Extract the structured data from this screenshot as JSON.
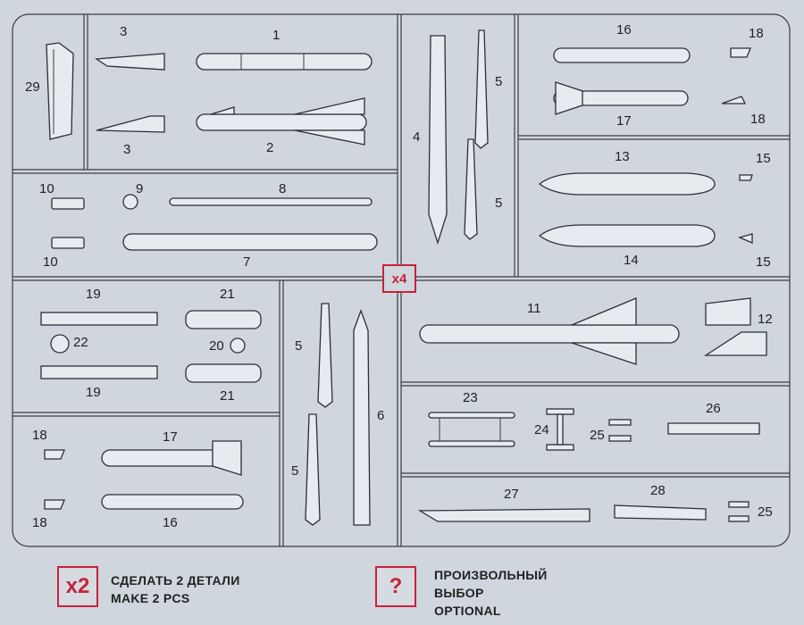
{
  "sheet": {
    "multiplier_label": "x4",
    "parts": [
      {
        "id": "1",
        "label": "1"
      },
      {
        "id": "2",
        "label": "2"
      },
      {
        "id": "3a",
        "label": "3"
      },
      {
        "id": "3b",
        "label": "3"
      },
      {
        "id": "4",
        "label": "4"
      },
      {
        "id": "5a",
        "label": "5"
      },
      {
        "id": "5b",
        "label": "5"
      },
      {
        "id": "5c",
        "label": "5"
      },
      {
        "id": "5d",
        "label": "5"
      },
      {
        "id": "6",
        "label": "6"
      },
      {
        "id": "7",
        "label": "7"
      },
      {
        "id": "8",
        "label": "8"
      },
      {
        "id": "9",
        "label": "9"
      },
      {
        "id": "10a",
        "label": "10"
      },
      {
        "id": "10b",
        "label": "10"
      },
      {
        "id": "11",
        "label": "11"
      },
      {
        "id": "12",
        "label": "12"
      },
      {
        "id": "13",
        "label": "13"
      },
      {
        "id": "14",
        "label": "14"
      },
      {
        "id": "15a",
        "label": "15"
      },
      {
        "id": "15b",
        "label": "15"
      },
      {
        "id": "16a",
        "label": "16"
      },
      {
        "id": "16b",
        "label": "16"
      },
      {
        "id": "17a",
        "label": "17"
      },
      {
        "id": "17b",
        "label": "17"
      },
      {
        "id": "18a",
        "label": "18"
      },
      {
        "id": "18b",
        "label": "18"
      },
      {
        "id": "18c",
        "label": "18"
      },
      {
        "id": "18d",
        "label": "18"
      },
      {
        "id": "19a",
        "label": "19"
      },
      {
        "id": "19b",
        "label": "19"
      },
      {
        "id": "20",
        "label": "20"
      },
      {
        "id": "21a",
        "label": "21"
      },
      {
        "id": "21b",
        "label": "21"
      },
      {
        "id": "22",
        "label": "22"
      },
      {
        "id": "23",
        "label": "23"
      },
      {
        "id": "24",
        "label": "24"
      },
      {
        "id": "25a",
        "label": "25"
      },
      {
        "id": "25b",
        "label": "25"
      },
      {
        "id": "26",
        "label": "26"
      },
      {
        "id": "27",
        "label": "27"
      },
      {
        "id": "28",
        "label": "28"
      },
      {
        "id": "29",
        "label": "29"
      }
    ]
  },
  "legend": {
    "x2_badge": "x2",
    "x2_line1": "СДЕЛАТЬ 2 ДЕТАЛИ",
    "x2_line2": "MAKE 2 PCS",
    "optional_badge": "?",
    "optional_line1": "ПРОИЗВОЛЬНЫЙ",
    "optional_line2": "ВЫБОР",
    "optional_line3": "OPTIONAL"
  },
  "colors": {
    "accent": "#c8213a",
    "background": "#cfd6dd",
    "linework": "#2c2f34"
  }
}
